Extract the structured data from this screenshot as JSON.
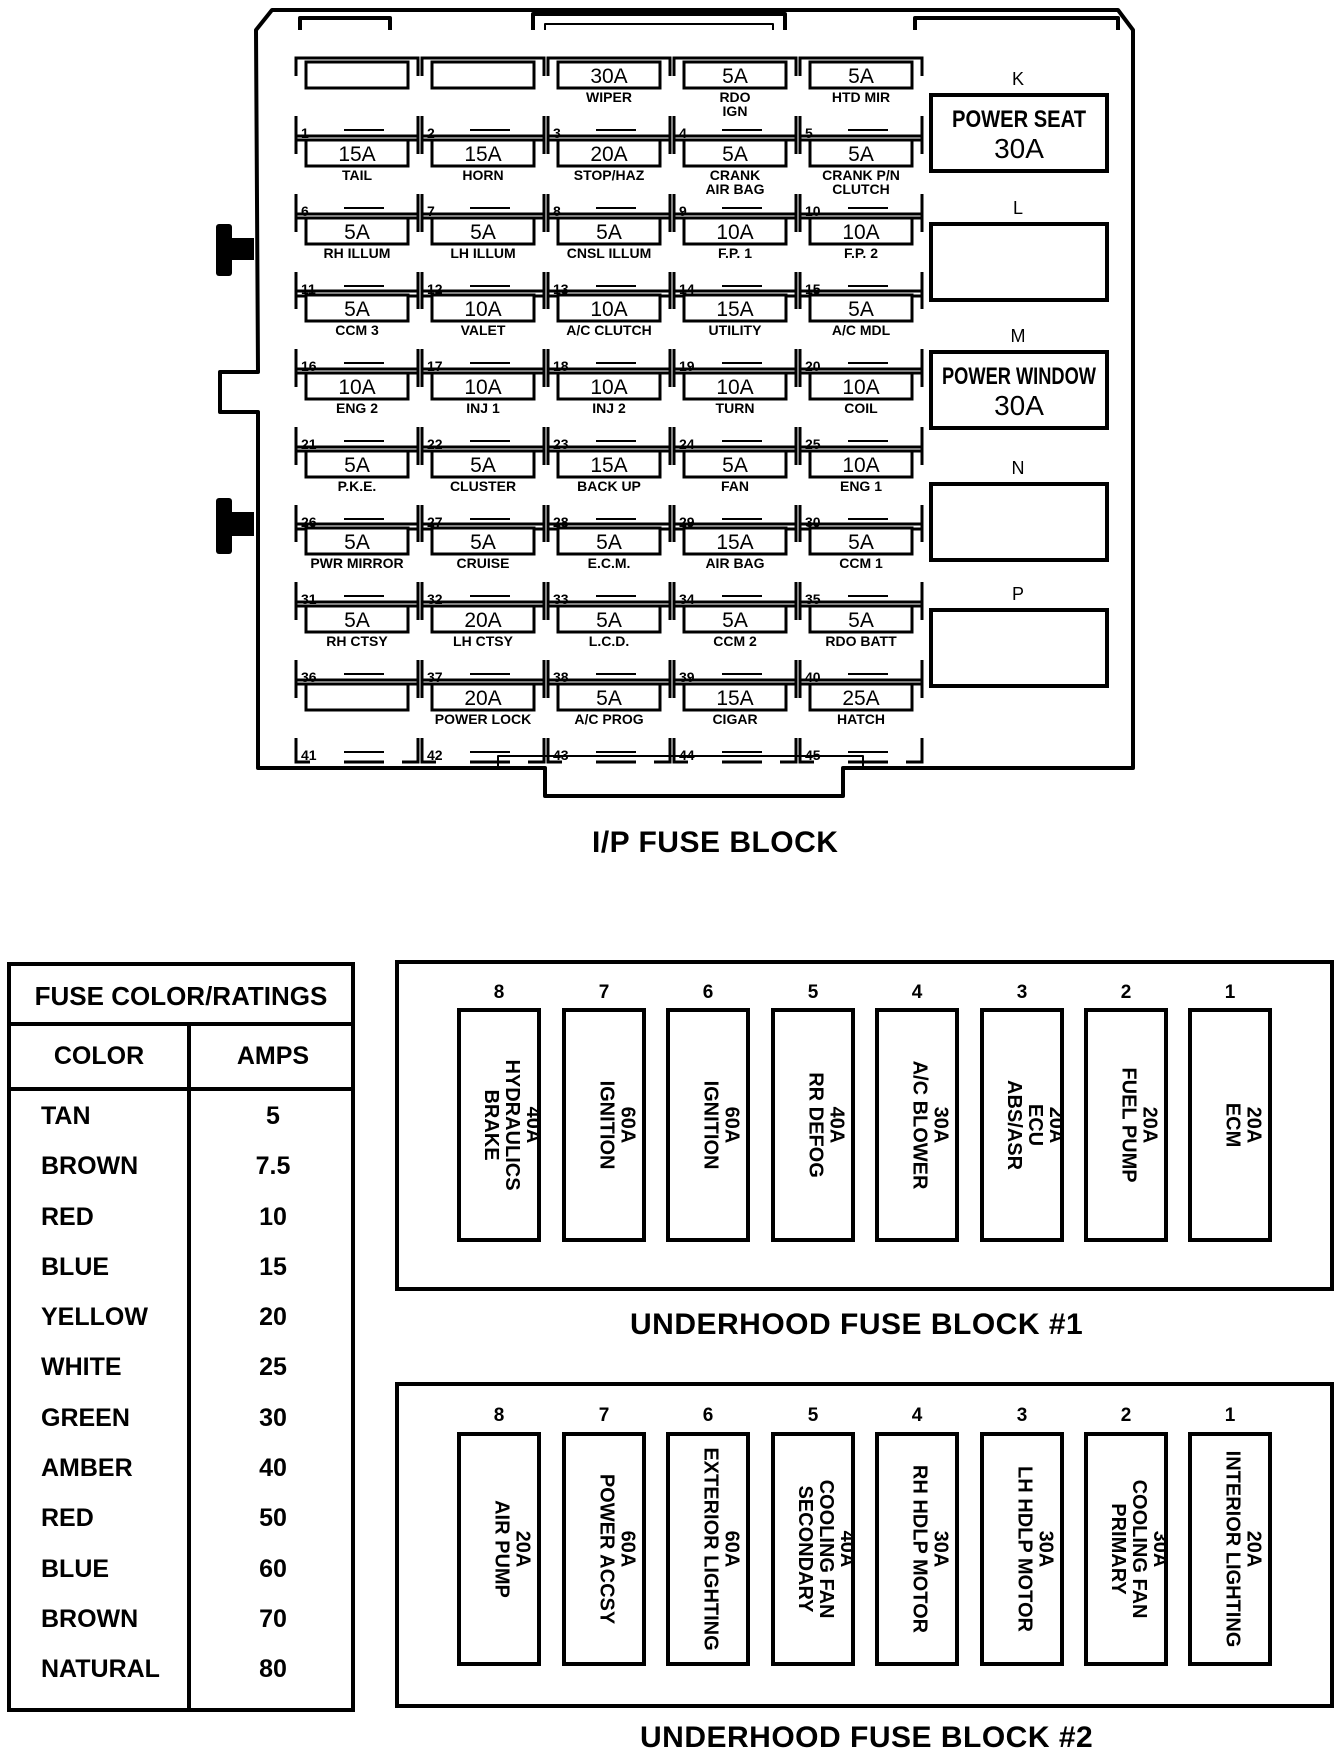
{
  "ip_block": {
    "title": "I/P FUSE BLOCK",
    "fuses": [
      {
        "num": "1",
        "rating": "",
        "label": ""
      },
      {
        "num": "2",
        "rating": "",
        "label": ""
      },
      {
        "num": "3",
        "rating": "30A",
        "label": "WIPER"
      },
      {
        "num": "4",
        "rating": "5A",
        "label": "RDO|IGN"
      },
      {
        "num": "5",
        "rating": "5A",
        "label": "HTD MIR"
      },
      {
        "num": "6",
        "rating": "15A",
        "label": "TAIL"
      },
      {
        "num": "7",
        "rating": "15A",
        "label": "HORN"
      },
      {
        "num": "8",
        "rating": "20A",
        "label": "STOP/HAZ"
      },
      {
        "num": "9",
        "rating": "5A",
        "label": "CRANK|AIR BAG"
      },
      {
        "num": "10",
        "rating": "5A",
        "label": "CRANK P/N|CLUTCH"
      },
      {
        "num": "11",
        "rating": "5A",
        "label": "RH ILLUM"
      },
      {
        "num": "12",
        "rating": "5A",
        "label": "LH ILLUM"
      },
      {
        "num": "13",
        "rating": "5A",
        "label": "CNSL ILLUM"
      },
      {
        "num": "14",
        "rating": "10A",
        "label": "F.P. 1"
      },
      {
        "num": "15",
        "rating": "10A",
        "label": "F.P. 2"
      },
      {
        "num": "16",
        "rating": "5A",
        "label": "CCM 3"
      },
      {
        "num": "17",
        "rating": "10A",
        "label": "VALET"
      },
      {
        "num": "18",
        "rating": "10A",
        "label": "A/C CLUTCH"
      },
      {
        "num": "19",
        "rating": "15A",
        "label": "UTILITY"
      },
      {
        "num": "20",
        "rating": "5A",
        "label": "A/C MDL"
      },
      {
        "num": "21",
        "rating": "10A",
        "label": "ENG 2"
      },
      {
        "num": "22",
        "rating": "10A",
        "label": "INJ 1"
      },
      {
        "num": "23",
        "rating": "10A",
        "label": "INJ 2"
      },
      {
        "num": "24",
        "rating": "10A",
        "label": "TURN"
      },
      {
        "num": "25",
        "rating": "10A",
        "label": "COIL"
      },
      {
        "num": "26",
        "rating": "5A",
        "label": "P.K.E."
      },
      {
        "num": "27",
        "rating": "5A",
        "label": "CLUSTER"
      },
      {
        "num": "28",
        "rating": "15A",
        "label": "BACK UP"
      },
      {
        "num": "29",
        "rating": "5A",
        "label": "FAN"
      },
      {
        "num": "30",
        "rating": "10A",
        "label": "ENG 1"
      },
      {
        "num": "31",
        "rating": "5A",
        "label": "PWR MIRROR"
      },
      {
        "num": "32",
        "rating": "5A",
        "label": "CRUISE"
      },
      {
        "num": "33",
        "rating": "5A",
        "label": "E.C.M."
      },
      {
        "num": "34",
        "rating": "15A",
        "label": "AIR BAG"
      },
      {
        "num": "35",
        "rating": "5A",
        "label": "CCM 1"
      },
      {
        "num": "36",
        "rating": "5A",
        "label": "RH CTSY"
      },
      {
        "num": "37",
        "rating": "20A",
        "label": "LH CTSY"
      },
      {
        "num": "38",
        "rating": "5A",
        "label": "L.C.D."
      },
      {
        "num": "39",
        "rating": "5A",
        "label": "CCM 2"
      },
      {
        "num": "40",
        "rating": "5A",
        "label": "RDO BATT"
      },
      {
        "num": "41",
        "rating": "",
        "label": ""
      },
      {
        "num": "42",
        "rating": "20A",
        "label": "POWER LOCK"
      },
      {
        "num": "43",
        "rating": "5A",
        "label": "A/C PROG"
      },
      {
        "num": "44",
        "rating": "15A",
        "label": "CIGAR"
      },
      {
        "num": "45",
        "rating": "25A",
        "label": "HATCH"
      }
    ],
    "breakers": [
      {
        "letter": "K",
        "name": "POWER SEAT",
        "rating": "30A"
      },
      {
        "letter": "L",
        "name": "",
        "rating": ""
      },
      {
        "letter": "M",
        "name": "POWER WINDOW",
        "rating": "30A"
      },
      {
        "letter": "N",
        "name": "",
        "rating": ""
      },
      {
        "letter": "P",
        "name": "",
        "rating": ""
      }
    ]
  },
  "ratings_table": {
    "title": "FUSE COLOR/RATINGS",
    "col_color": "COLOR",
    "col_amps": "AMPS",
    "rows": [
      {
        "color": "TAN",
        "amps": "5"
      },
      {
        "color": "BROWN",
        "amps": "7.5"
      },
      {
        "color": "RED",
        "amps": "10"
      },
      {
        "color": "BLUE",
        "amps": "15"
      },
      {
        "color": "YELLOW",
        "amps": "20"
      },
      {
        "color": "WHITE",
        "amps": "25"
      },
      {
        "color": "GREEN",
        "amps": "30"
      },
      {
        "color": "AMBER",
        "amps": "40"
      },
      {
        "color": "RED",
        "amps": "50"
      },
      {
        "color": "BLUE",
        "amps": "60"
      },
      {
        "color": "BROWN",
        "amps": "70"
      },
      {
        "color": "NATURAL",
        "amps": "80"
      }
    ]
  },
  "underhood_1": {
    "title": "UNDERHOOD FUSE BLOCK #1",
    "fuses": [
      {
        "num": "8",
        "lines": [
          "BRAKE",
          "HYDRAULICS",
          "40A"
        ]
      },
      {
        "num": "7",
        "lines": [
          "IGNITION",
          "60A"
        ]
      },
      {
        "num": "6",
        "lines": [
          "IGNITION",
          "60A"
        ]
      },
      {
        "num": "5",
        "lines": [
          "RR DEFOG",
          "40A"
        ]
      },
      {
        "num": "4",
        "lines": [
          "A/C BLOWER",
          "30A"
        ]
      },
      {
        "num": "3",
        "lines": [
          "ABS/ASR",
          "ECU",
          "20A"
        ]
      },
      {
        "num": "2",
        "lines": [
          "FUEL PUMP",
          "20A"
        ]
      },
      {
        "num": "1",
        "lines": [
          "ECM",
          "20A"
        ]
      }
    ]
  },
  "underhood_2": {
    "title": "UNDERHOOD FUSE BLOCK #2",
    "fuses": [
      {
        "num": "8",
        "lines": [
          "AIR PUMP",
          "20A"
        ]
      },
      {
        "num": "7",
        "lines": [
          "POWER ACCSY",
          "60A"
        ]
      },
      {
        "num": "6",
        "lines": [
          "EXTERIOR LIGHTING",
          "60A"
        ]
      },
      {
        "num": "5",
        "lines": [
          "SECONDARY",
          "COOLING FAN",
          "40A"
        ]
      },
      {
        "num": "4",
        "lines": [
          "RH HDLP MOTOR",
          "30A"
        ]
      },
      {
        "num": "3",
        "lines": [
          "LH HDLP MOTOR",
          "30A"
        ]
      },
      {
        "num": "2",
        "lines": [
          "PRIMARY",
          "COOLING FAN",
          "30A"
        ]
      },
      {
        "num": "1",
        "lines": [
          "INTERIOR LIGHTING",
          "20A"
        ]
      }
    ]
  }
}
